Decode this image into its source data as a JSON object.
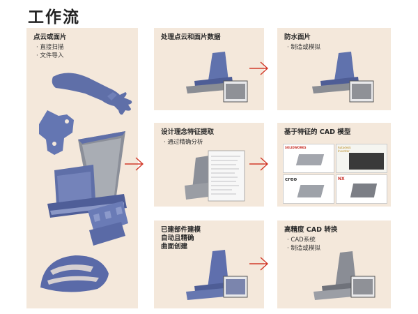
{
  "page_title": "工作流",
  "colors": {
    "panel_bg": "#f4e8db",
    "arrow": "#d23a2a",
    "part_blue": "#5f6fa8",
    "part_gray": "#8a8d94"
  },
  "panels": {
    "input": {
      "title": "点云或面片",
      "items": [
        "直接扫描",
        "文件导入"
      ]
    },
    "process": {
      "title": "处理点云和面片数据"
    },
    "design": {
      "title": "设计理念特征提取",
      "items": [
        "通过精确分析"
      ]
    },
    "surface": {
      "title_lines": [
        "已建部件建模",
        "自动且精确",
        "曲面创建"
      ]
    },
    "waterproof": {
      "title": "防水面片",
      "items": [
        "制造或模拟"
      ]
    },
    "cad": {
      "title": "基于特征的 CAD 模型",
      "logos": [
        "SOLIDWORKS",
        "Autodesk Inventor",
        "creo",
        "NX"
      ]
    },
    "highprec": {
      "title": "高精度 CAD 转换",
      "items": [
        "CAD系统",
        "制造或模拟"
      ]
    }
  }
}
